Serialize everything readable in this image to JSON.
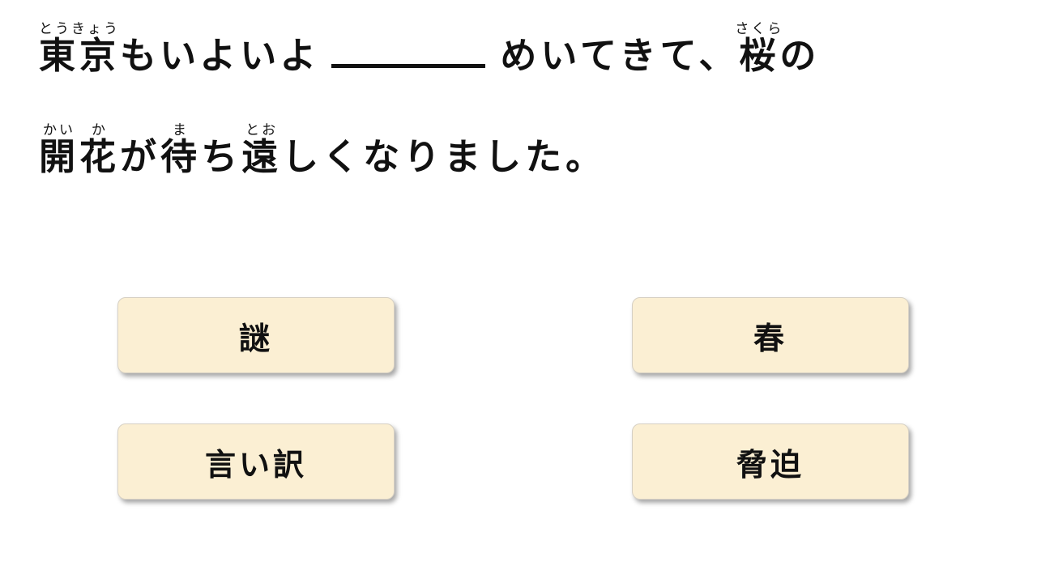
{
  "colors": {
    "background": "#FFFFFF",
    "text": "#111111",
    "button_bg": "#FBEFD3",
    "button_border": "#D6D0C4"
  },
  "question": {
    "line1": [
      {
        "text": "東京",
        "furigana": "とうきょう"
      },
      {
        "text": "もいよいよ"
      },
      {
        "blank": true
      },
      {
        "text": "めいてきて、"
      },
      {
        "text": "桜",
        "furigana": "さくら"
      },
      {
        "text": "の"
      }
    ],
    "line2": [
      {
        "text": "開",
        "furigana": "かい"
      },
      {
        "text": "花",
        "furigana": "か"
      },
      {
        "text": "が"
      },
      {
        "text": "待",
        "furigana": "ま"
      },
      {
        "text": "ち"
      },
      {
        "text": "遠",
        "furigana": "とお"
      },
      {
        "text": "しくなりました。"
      }
    ]
  },
  "choices": [
    {
      "label": "謎"
    },
    {
      "label": "春"
    },
    {
      "label": "言い訳"
    },
    {
      "label": "脅迫"
    }
  ]
}
